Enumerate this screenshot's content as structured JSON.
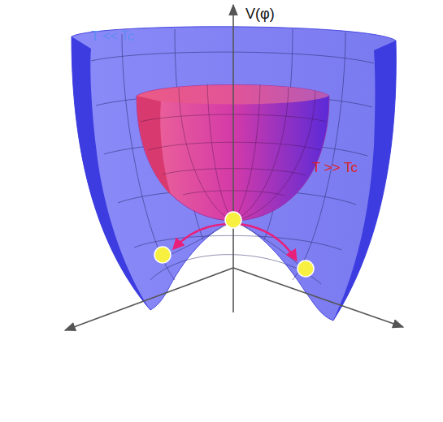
{
  "diagram": {
    "labels": [
      "V(φ)",
      "T << Tc",
      "T >> Tc"
    ]
  }
}
